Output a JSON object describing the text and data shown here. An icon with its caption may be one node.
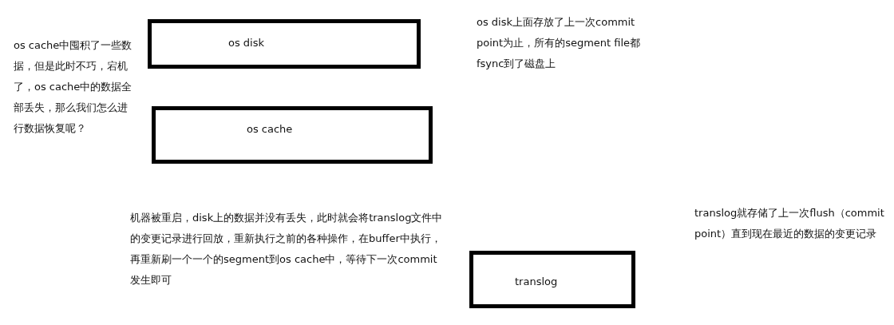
{
  "diagram": {
    "nodes": [
      {
        "text": [
          "os disk"
        ]
      },
      {
        "text": [
          "os cache"
        ]
      },
      {
        "text": [
          "translog"
        ]
      }
    ],
    "labels": [
      "os cache中囤积了一些数据，但是此时不巧，宕机了，os cache中的数据全部丢失，那么我们怎么进行数据恢复呢？",
      "os disk上面存放了上一次commit point为止，所有的segment file都fsync到了磁盘上",
      "机器被重启，disk上的数据并没有丢失，此时就会将translog文件中的变更记录进行回放，重新执行之前的各种操作，在buffer中执行，再重新刷一个一个的segment到os cache中，等待下一次commit发生即可",
      "translog就存储了上一次flush（commit point）直到现在最近的数据的变更记录"
    ]
  }
}
